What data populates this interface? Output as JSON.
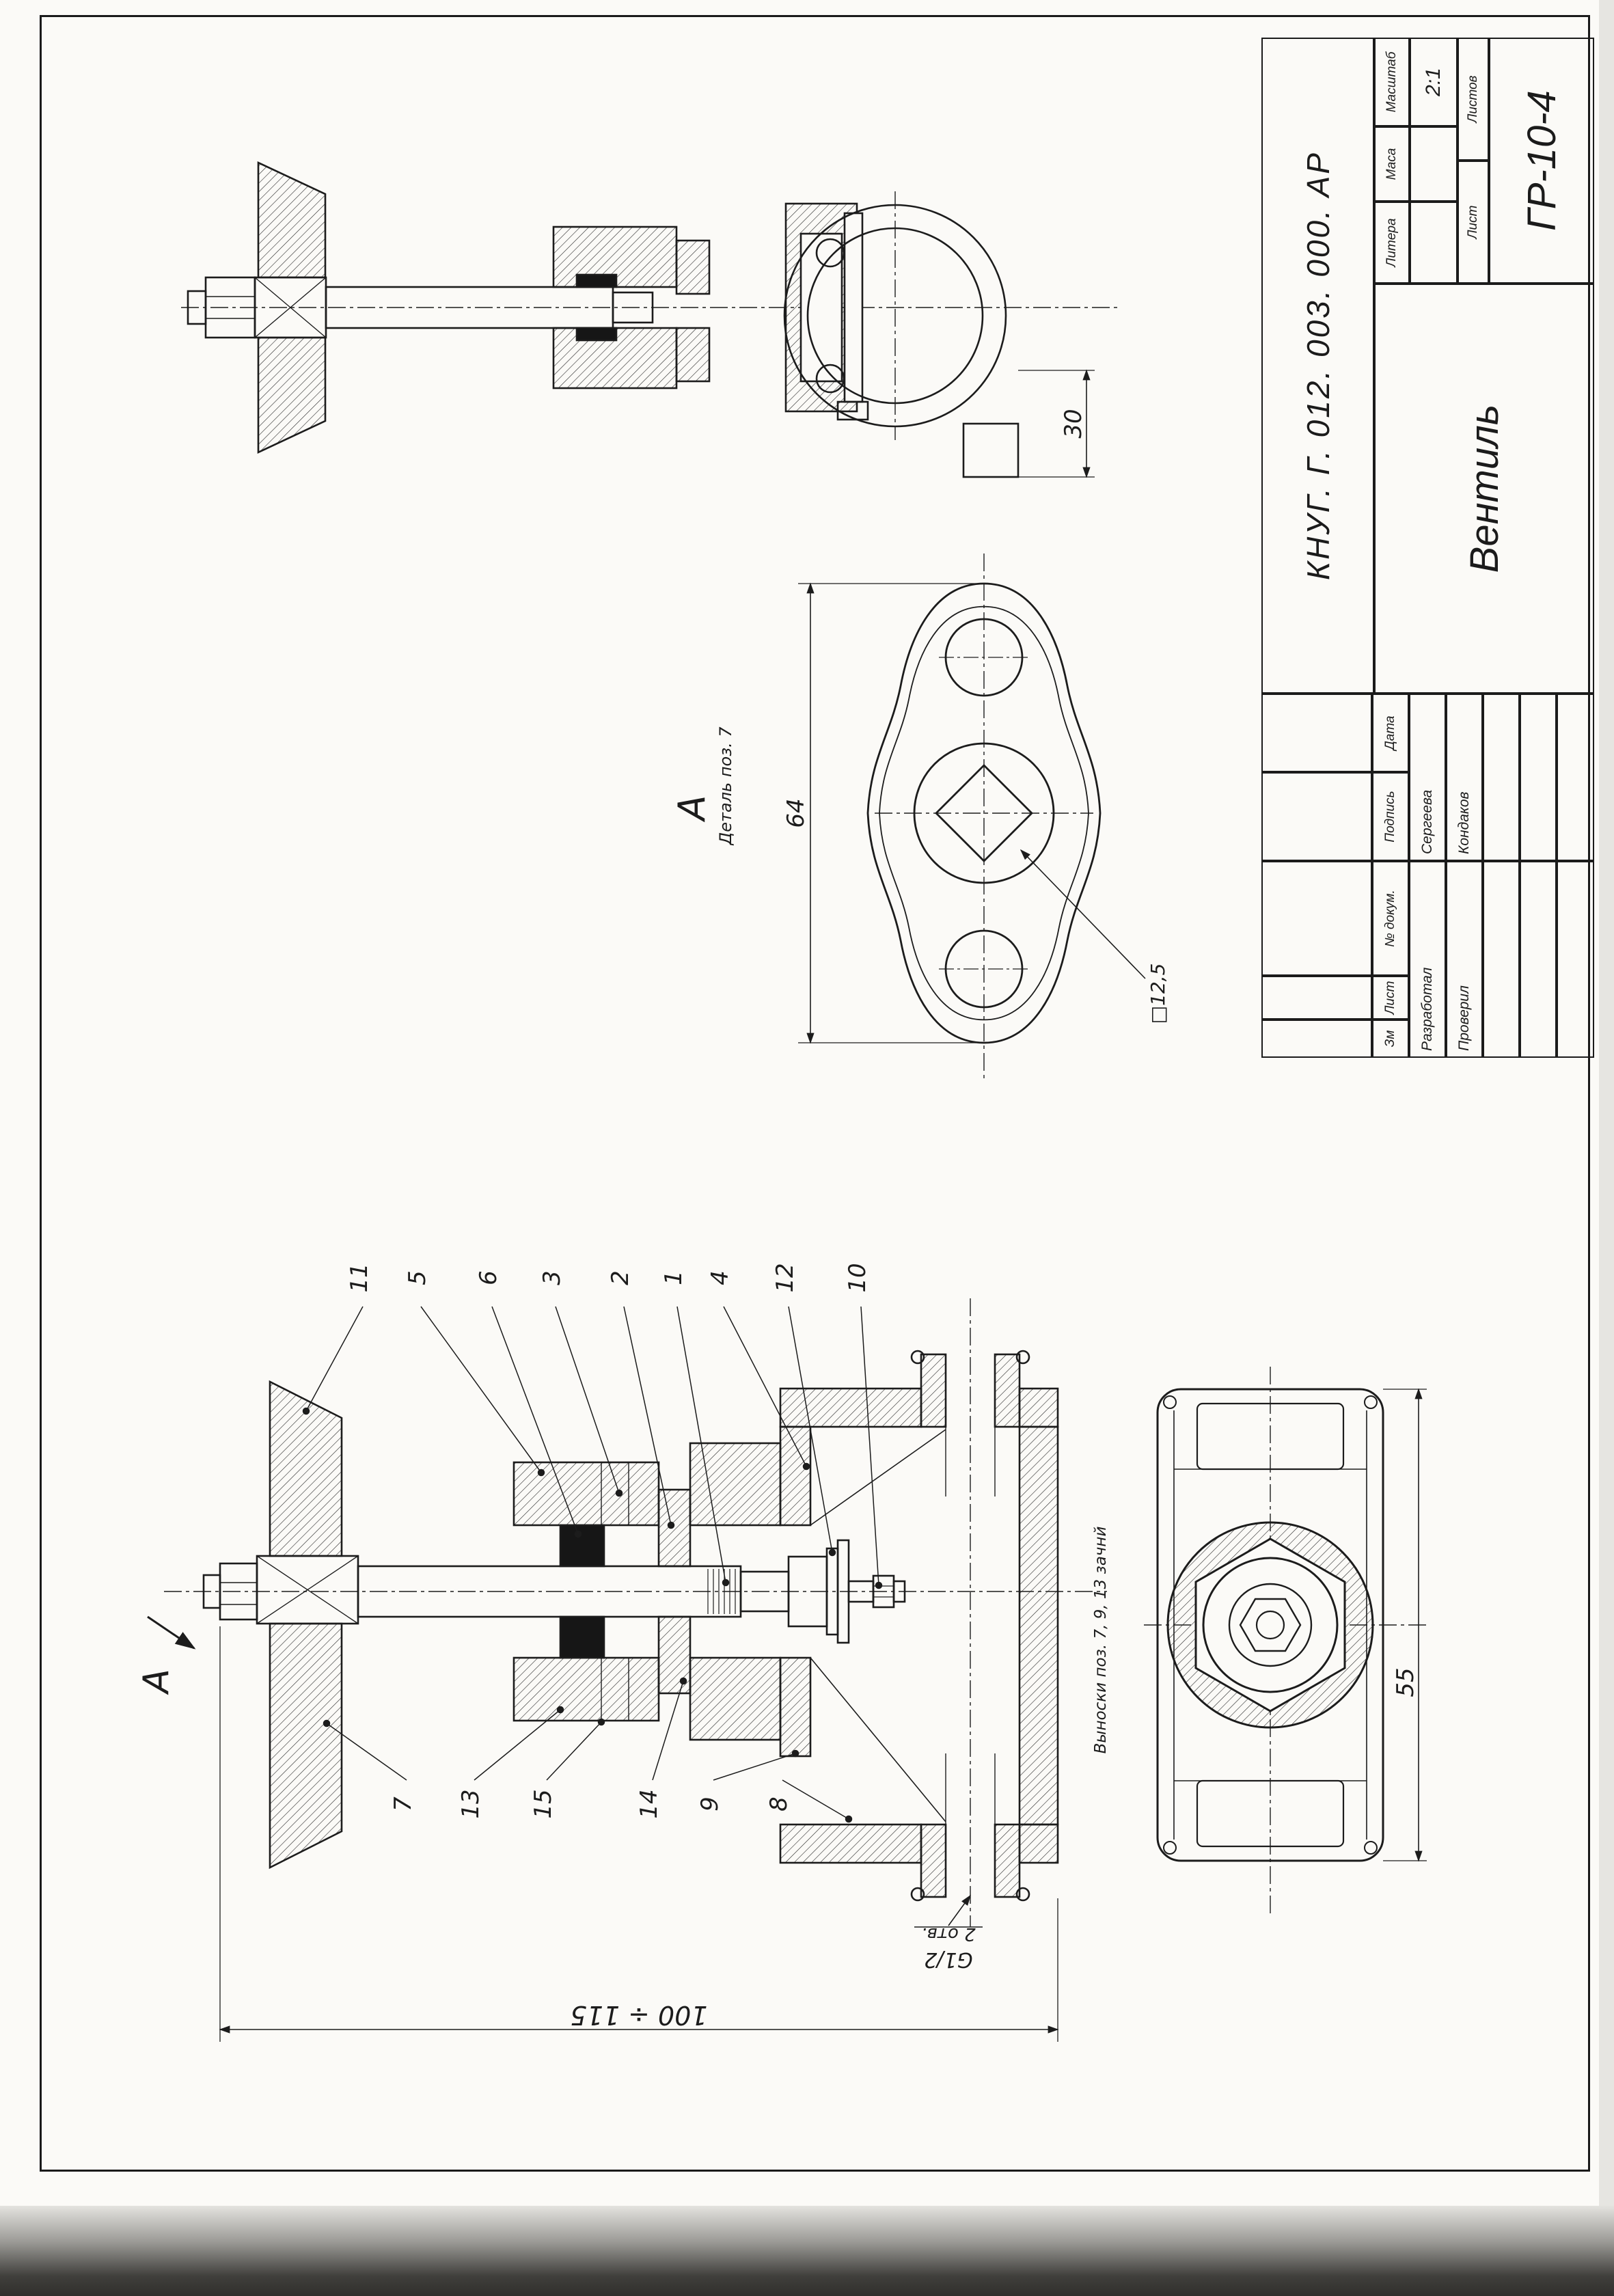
{
  "title_block": {
    "doc_number": "КНУГ. Г. 012. 003. 000. АР",
    "part_name": "Вентиль",
    "code": "ГР-10-4",
    "scale_value": "2:1",
    "headers": {
      "litera": "Литера",
      "massa": "Маса",
      "masshtab": "Масштаб",
      "list": "Лист",
      "listov": "Листов"
    },
    "sig_header": [
      "Зм",
      "Лист",
      "№ докум.",
      "Подпись",
      "Дата"
    ],
    "sig_rows": [
      {
        "role": "Разработал",
        "name": "Сергеева"
      },
      {
        "role": "Проверил",
        "name": "Кондаков"
      }
    ]
  },
  "side_view": {
    "dim_30": "30"
  },
  "detail_view": {
    "view_label": "A",
    "caption": "Деталь поз. 7",
    "dim_64": "64",
    "square_callout": "□12,5"
  },
  "main_view": {
    "view_label": "A",
    "callouts_top": [
      "11",
      "5",
      "6",
      "3",
      "2",
      "1",
      "4",
      "12",
      "10"
    ],
    "callouts_bottom": [
      "7",
      "13",
      "15",
      "14",
      "9",
      "8"
    ],
    "note": "Выноски поз. 7, 9, 13 зачнй",
    "thread_callout": {
      "line1": "G1/2",
      "line2": "2 отв."
    },
    "dim_overall": "100 ÷ 115"
  },
  "bottom_view": {
    "dim_55": "55"
  }
}
